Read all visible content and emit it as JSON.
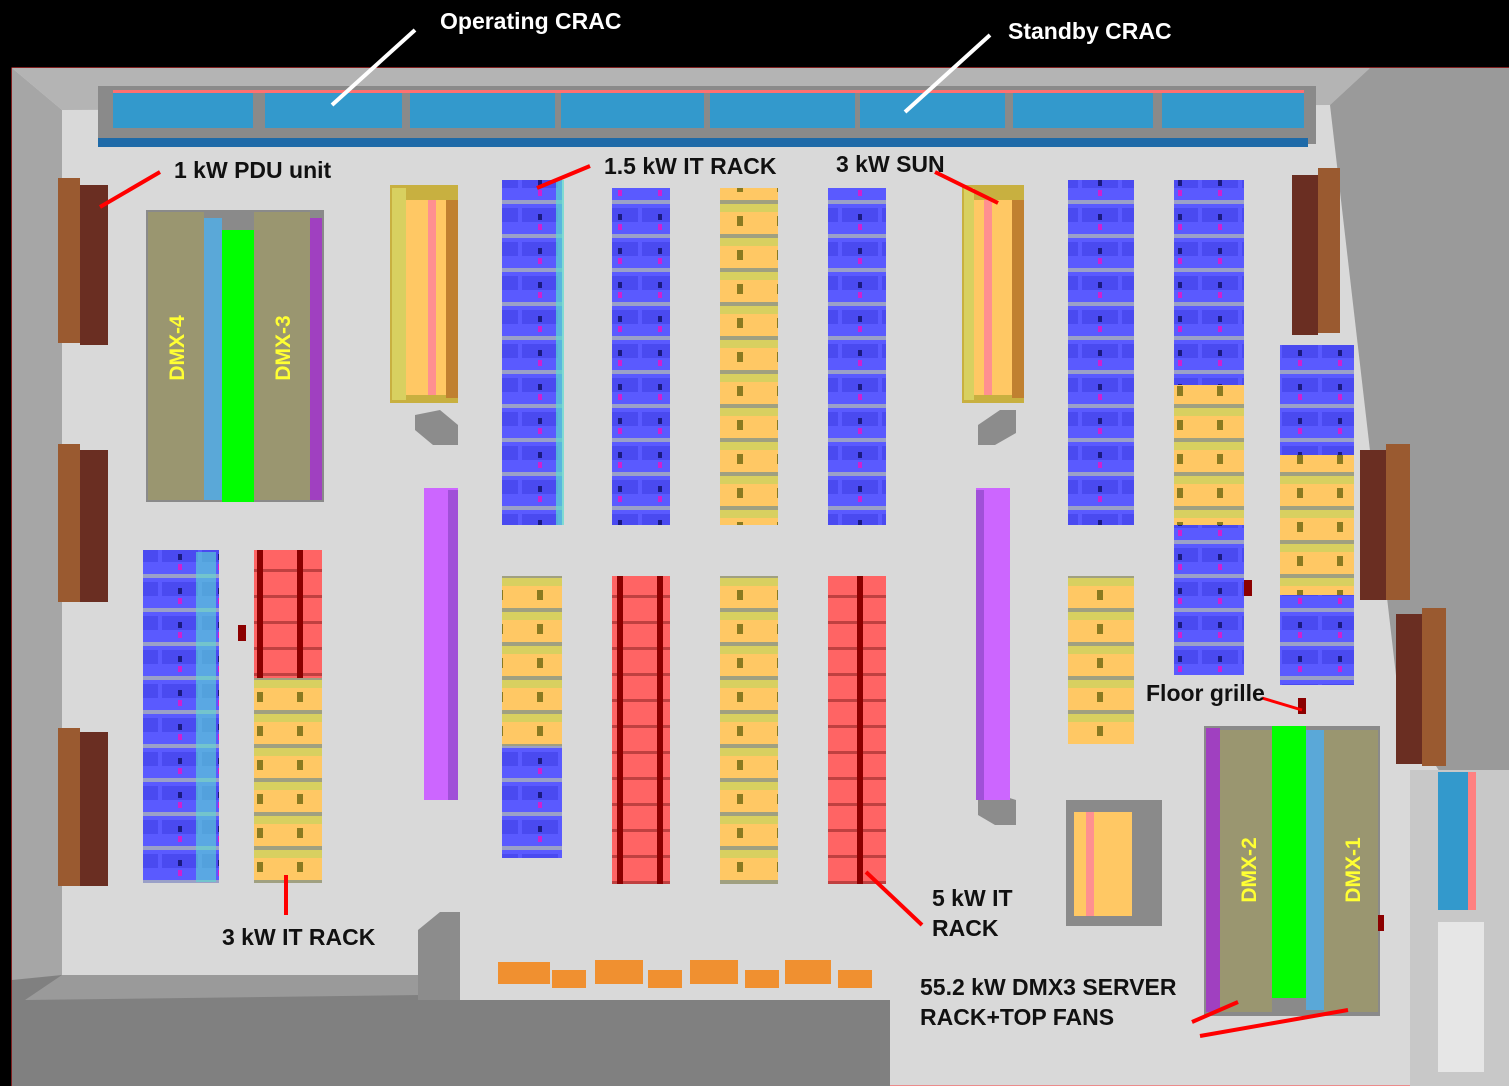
{
  "labels": {
    "operating_crac": "Operating CRAC",
    "standby_crac": "Standby CRAC",
    "pdu_unit": "1 kW PDU unit",
    "it_rack_1_5kw": "1.5 kW IT RACK",
    "sun_3kw": "3 kW SUN",
    "it_rack_3kw": "3 kW IT RACK",
    "it_rack_5kw_line1": "5 kW IT",
    "it_rack_5kw_line2": "RACK",
    "floor_grille": "Floor grille",
    "dmx3_line1": "55.2 kW DMX3 SERVER",
    "dmx3_line2": "RACK+TOP FANS"
  },
  "dmx_units": {
    "dmx4": "DMX-4",
    "dmx3": "DMX-3",
    "dmx2": "DMX-2",
    "dmx1": "DMX-1"
  },
  "colors": {
    "background": "#000000",
    "floor": "#d9d9d9",
    "wall": "#a6a6a6",
    "crac": "#3399cc",
    "rack_1_5kw": "#5555ff",
    "rack_3kw": "#ffc864",
    "rack_5kw": "#ff6464",
    "dmx": "#9a9670",
    "dmx_gap": "#00ff00",
    "pdu": "#8c5030",
    "perforated": "#cc66ff",
    "leader": "#ff0000"
  }
}
